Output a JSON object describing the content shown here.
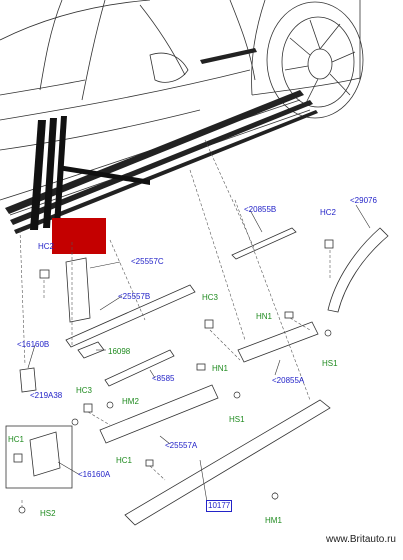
{
  "labels": {
    "hc2_left": "HC2",
    "p25557c": "<25557C",
    "p25557b": "<25557B",
    "p16098": "16098",
    "p16160b": "<16160B",
    "p20855b": "<20855B",
    "hc2_right": "HC2",
    "p29076": "<29076",
    "hc3_mid": "HC3",
    "hn1_right": "HN1",
    "hs1_right": "HS1",
    "p20855a": "<20855A",
    "p8585": "<8585",
    "hn1_mid": "HN1",
    "hc3_left": "HC3",
    "hm2": "HM2",
    "p219a38": "<219A38",
    "hs1_mid": "HS1",
    "p25557a": "<25557A",
    "hc1_left": "HC1",
    "p16160a": "<16160A",
    "hc1_mid": "HC1",
    "p10177": "10177",
    "hs2": "HS2",
    "hm1": "HM1"
  },
  "watermark": "www.Britauto.ru",
  "colors": {
    "part_number": "#2323c8",
    "fastener": "#1e8a1e",
    "highlight": "#c40000"
  }
}
